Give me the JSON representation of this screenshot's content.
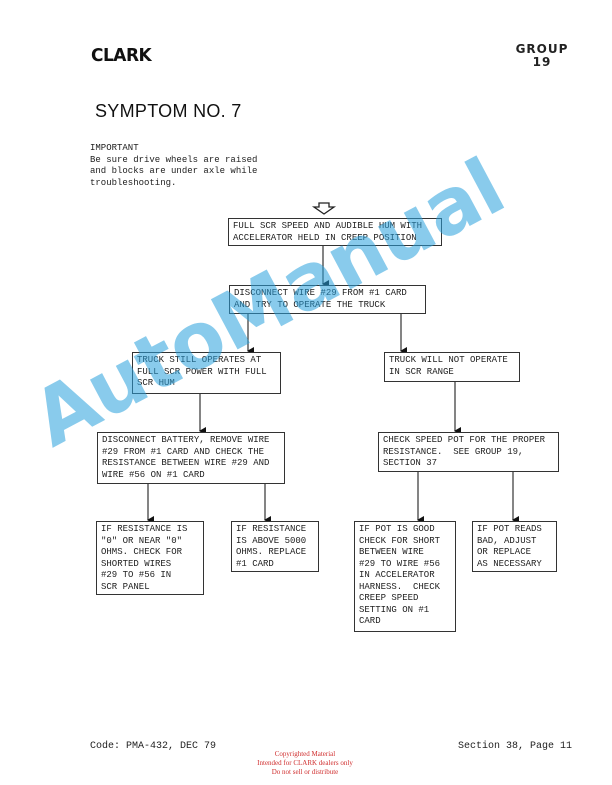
{
  "header": {
    "logo": "CLARK",
    "group_label": "GROUP",
    "group_number": "19"
  },
  "title": "SYMPTOM NO. 7",
  "important_note": {
    "heading": "IMPORTANT",
    "text": "Be sure drive wheels are raised\nand blocks are under axle while\ntroubleshooting."
  },
  "flowchart": {
    "start_icon": "hollow-down-arrow-icon",
    "nodes": [
      {
        "id": "symptom",
        "text": "FULL SCR SPEED AND AUDIBLE HUM WITH\nACCELERATOR HELD IN CREEP POSITION"
      },
      {
        "id": "disconnect-wire",
        "text": "DISCONNECT WIRE #29 FROM #1 CARD\nAND TRY TO OPERATE THE TRUCK"
      },
      {
        "id": "still-operates",
        "text": "TRUCK STILL OPERATES AT\nFULL SCR POWER WITH FULL\nSCR HUM"
      },
      {
        "id": "will-not-operate",
        "text": "TRUCK WILL NOT OPERATE\nIN SCR RANGE"
      },
      {
        "id": "disconnect-battery",
        "text": "DISCONNECT BATTERY, REMOVE WIRE\n#29 FROM #1 CARD AND CHECK THE\nRESISTANCE BETWEEN WIRE #29 AND\nWIRE #56 ON #1 CARD"
      },
      {
        "id": "check-speed-pot",
        "text": "CHECK SPEED POT FOR THE PROPER\nRESISTANCE.  SEE GROUP 19,\nSECTION 37"
      },
      {
        "id": "resistance-zero",
        "text": "IF RESISTANCE IS\n\"0\" OR NEAR \"0\"\nOHMS. CHECK FOR\nSHORTED WIRES\n#29 TO #56 IN\nSCR PANEL"
      },
      {
        "id": "resistance-above",
        "text": "IF RESISTANCE\nIS ABOVE 5000\nOHMS. REPLACE\n#1 CARD"
      },
      {
        "id": "pot-good",
        "text": "IF POT IS GOOD\nCHECK FOR SHORT\nBETWEEN WIRE\n#29 TO WIRE #56\nIN ACCELERATOR\nHARNESS.  CHECK\nCREEP SPEED\nSETTING ON #1\nCARD"
      },
      {
        "id": "pot-bad",
        "text": "IF POT READS\nBAD, ADJUST\nOR REPLACE\nAS NECESSARY"
      }
    ],
    "edges": [
      [
        "symptom",
        "disconnect-wire"
      ],
      [
        "disconnect-wire",
        "still-operates"
      ],
      [
        "disconnect-wire",
        "will-not-operate"
      ],
      [
        "still-operates",
        "disconnect-battery"
      ],
      [
        "will-not-operate",
        "check-speed-pot"
      ],
      [
        "disconnect-battery",
        "resistance-zero"
      ],
      [
        "disconnect-battery",
        "resistance-above"
      ],
      [
        "check-speed-pot",
        "pot-good"
      ],
      [
        "check-speed-pot",
        "pot-bad"
      ]
    ]
  },
  "footer": {
    "code": "Code: PMA-432, DEC 79",
    "section": "Section 38, Page 11",
    "copyright": [
      "Copyrighted Material",
      "Intended for CLARK dealers only",
      "Do not sell or distribute"
    ]
  },
  "watermark": "AutoManual",
  "colors": {
    "watermark": "#28a0dc",
    "copyright": "#d03030"
  }
}
